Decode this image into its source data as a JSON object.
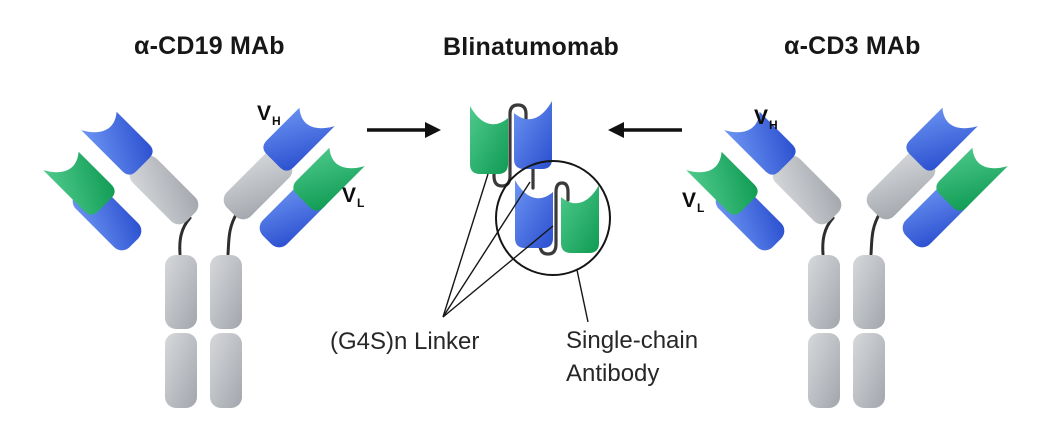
{
  "figure": {
    "left_antibody": {
      "title": "α-CD19 MAb",
      "vh": "V",
      "vh_sub": "H",
      "vl": "V",
      "vl_sub": "L"
    },
    "center": {
      "title": "Blinatumomab",
      "linker_label": "(G4S)n Linker",
      "single_chain_line1": "Single-chain",
      "single_chain_line2": "Antibody"
    },
    "right_antibody": {
      "title": "α-CD3 MAb",
      "vh": "V",
      "vh_sub": "H",
      "vl": "V",
      "vl_sub": "L"
    }
  },
  "colors": {
    "domain_blue": "#3b63d8",
    "domain_green": "#1fa862",
    "constant_gray": "#bbbfc4",
    "linker_stroke": "#3a3a3a",
    "annotation_ink": "#1c1c1c",
    "background": "#ffffff"
  }
}
